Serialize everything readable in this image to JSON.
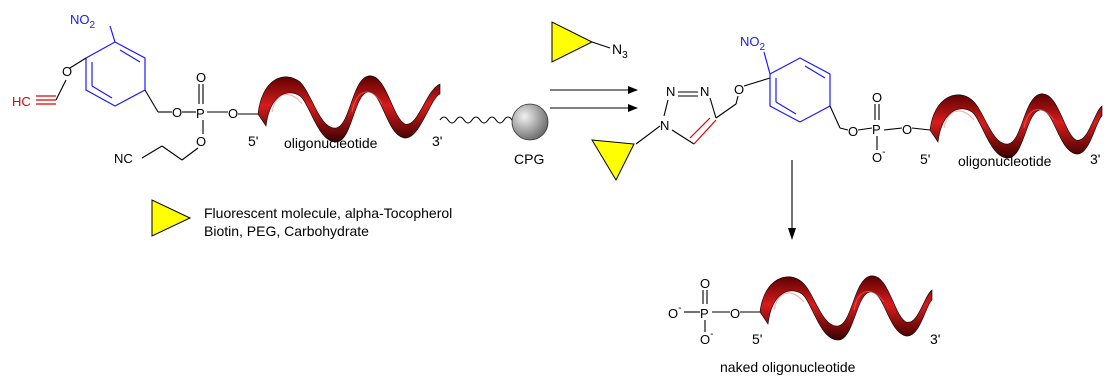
{
  "labels": {
    "no2_left": "NO",
    "no2_left_sub": "2",
    "hc": "HC",
    "o": "O",
    "p": "P",
    "nc": "NC",
    "five_prime": "5'",
    "three_prime": "3'",
    "oligonucleotide": "oligonucleotide",
    "cpg": "CPG",
    "n3": "N",
    "n3_sub": "3",
    "n": "N",
    "no2_right": "NO",
    "no2_right_sub": "2",
    "o_minus": "O",
    "minus": "-",
    "naked_oligonucleotide": "naked oligonucleotide"
  },
  "legend": {
    "line1": "Fluorescent molecule, alpha-Tocopherol",
    "line2": "Biotin, PEG, Carbohydrate"
  },
  "colors": {
    "helix_dark": "#7a0000",
    "helix_mid": "#d01818",
    "triangle_fill": "#ffff00",
    "nitro_ring": "#1a1aff",
    "alkyne": "#e00000",
    "cpg_bead": "#9a9a9a"
  }
}
